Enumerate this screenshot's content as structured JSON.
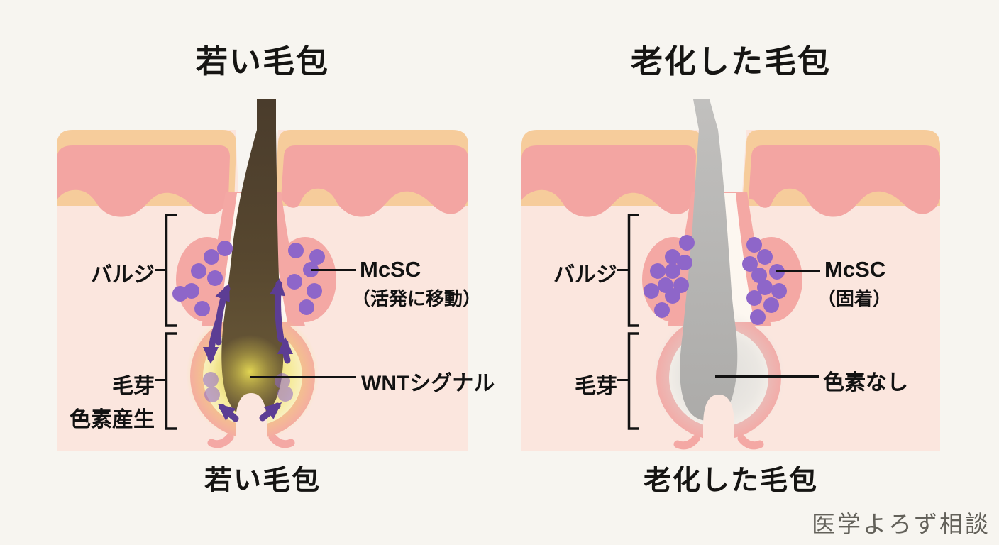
{
  "colors": {
    "background": "#f7f5f0",
    "stratum": "#f6cc9b",
    "epidermis": "#f3a5a2",
    "dermis": "#fbe6de",
    "follicle_wall": "#f4a8a4",
    "inner_sheath": "#fdf7f0",
    "mcsc_dot": "#8e66c9",
    "arrow": "#5c3d94",
    "hair_young_dark": "#4a3c2c",
    "hair_young_bulb": "#6f5e3a",
    "wnt_glow": "#f2e470",
    "hair_aged": "#b6b5b3",
    "aged_halo": "#dbdad7",
    "label_text": "#111111",
    "watermark_text": "#63615a"
  },
  "young_panel": {
    "title": "若い毛包",
    "caption": "若い毛包",
    "labels": {
      "bulge": "バルジ",
      "hair_germ": "毛芽",
      "pigment_production": "色素産生",
      "mcsc": "McSC",
      "mcsc_state": "（活発に移動）",
      "wnt": "WNTシグナル"
    }
  },
  "aged_panel": {
    "title": "老化した毛包",
    "caption": "老化した毛包",
    "labels": {
      "bulge": "バルジ",
      "hair_germ": "毛芽",
      "mcsc": "McSC",
      "mcsc_state": "（固着）",
      "no_pigment": "色素なし"
    }
  },
  "watermark": "医学よろず相談"
}
